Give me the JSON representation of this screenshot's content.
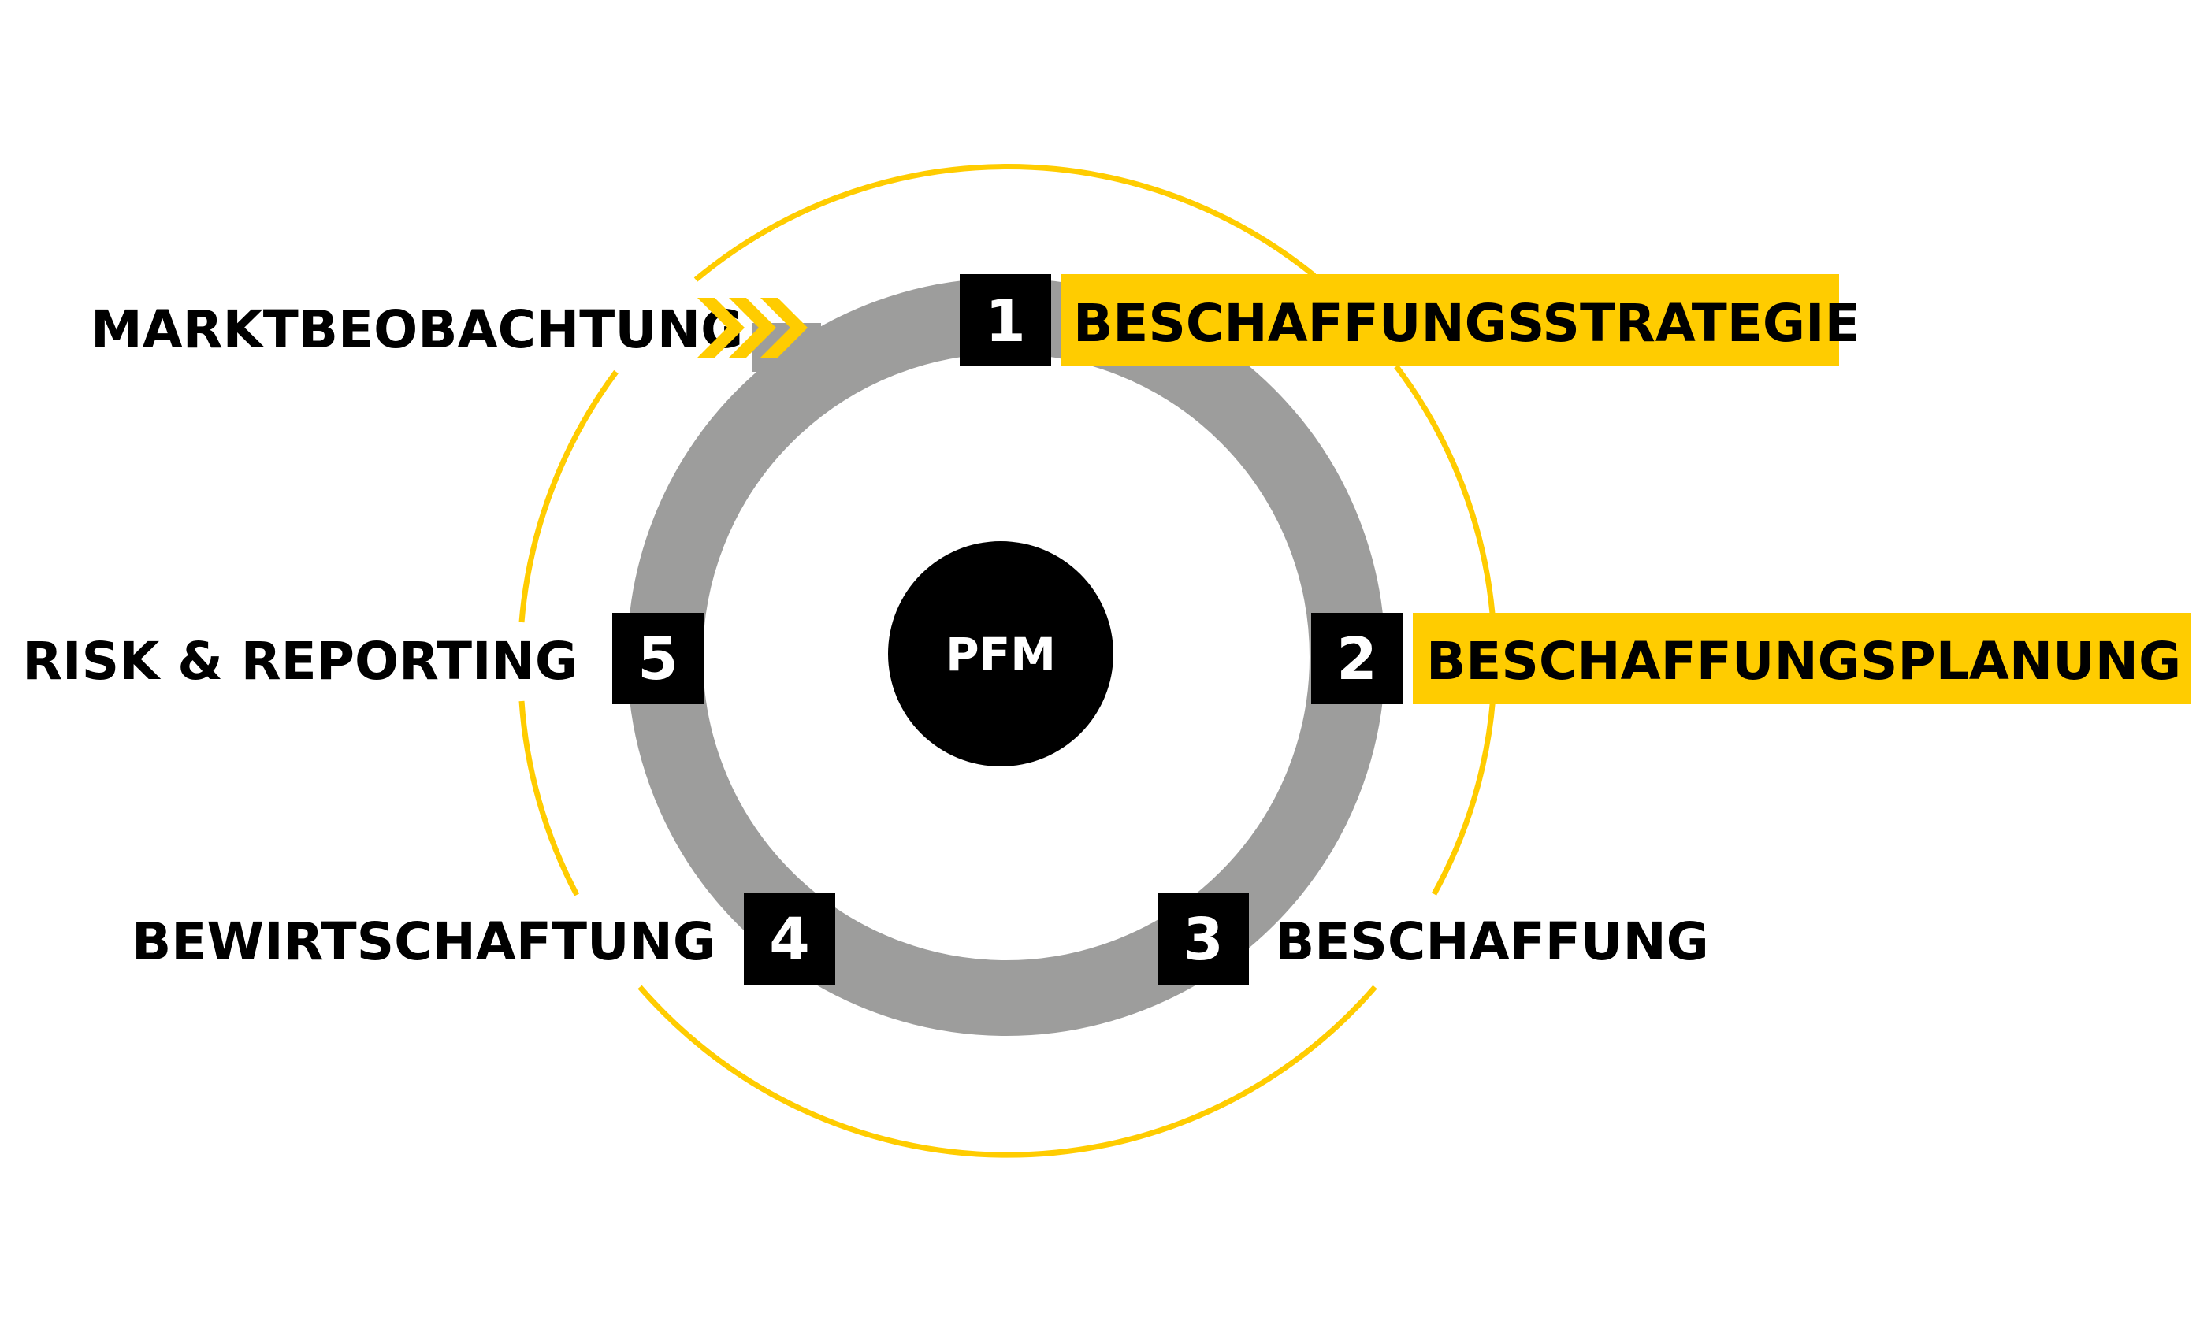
{
  "colors": {
    "accent": "#ffcc00",
    "ring": "#9d9d9c",
    "box": "#000000",
    "text": "#000000",
    "box_text": "#ffffff"
  },
  "center": {
    "label": "PFM"
  },
  "external": {
    "label": "MARKTBEOBACHTUNG",
    "icon": "triple-chevron-right-icon"
  },
  "steps": [
    {
      "number": "1",
      "label": "BESCHAFFUNGSSTRATEGIE",
      "highlighted": true
    },
    {
      "number": "2",
      "label": "BESCHAFFUNGSPLANUNG",
      "highlighted": true
    },
    {
      "number": "3",
      "label": "BESCHAFFUNG",
      "highlighted": false
    },
    {
      "number": "4",
      "label": "BEWIRTSCHAFTUNG",
      "highlighted": false
    },
    {
      "number": "5",
      "label": "RISK & REPORTING",
      "highlighted": false
    }
  ]
}
